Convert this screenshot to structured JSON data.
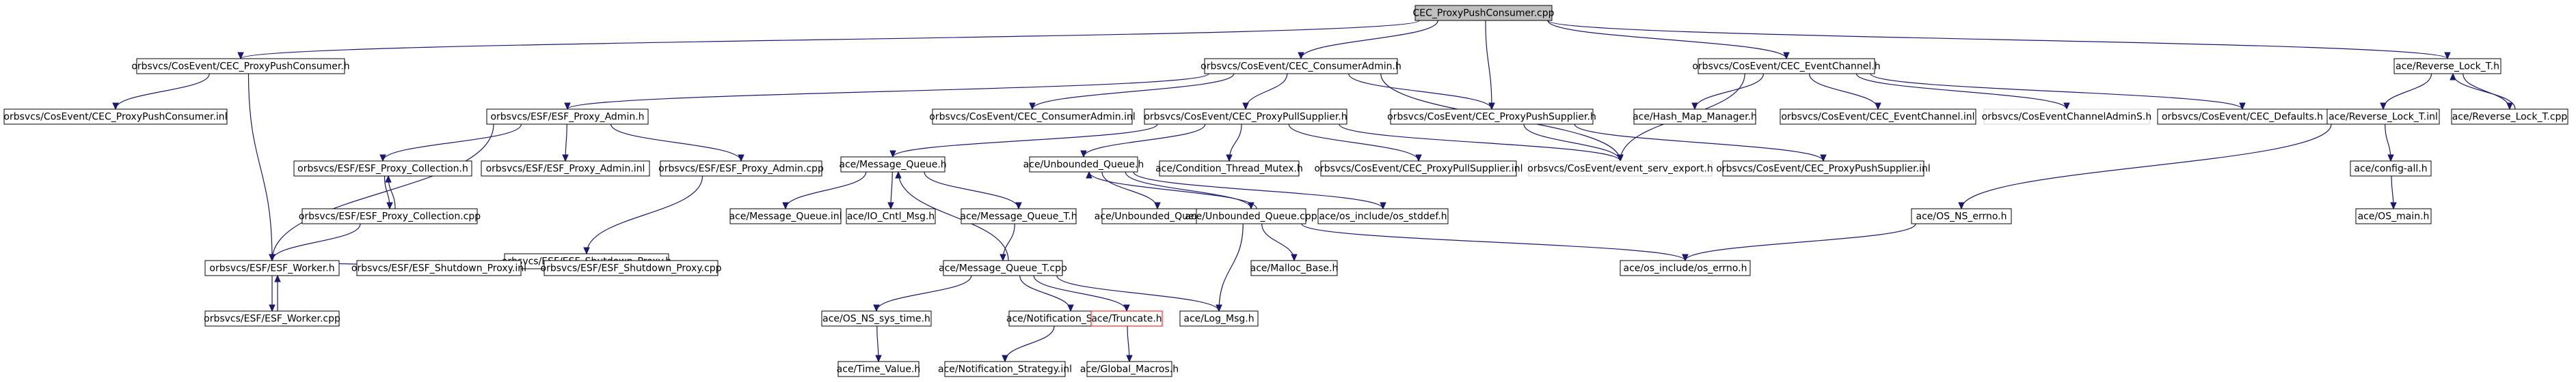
{
  "diagram": {
    "title": "CEC_ProxyPushConsumer.cpp",
    "colors": {
      "edge": "#191970",
      "border": "#000000",
      "root_fill": "#bfbfbf",
      "missing_border": "#ff0000",
      "ghost_border": "#d3d3d3",
      "background": "#ffffff"
    },
    "nodes": [
      {
        "id": "root",
        "label": "CEC_ProxyPushConsumer.cpp",
        "style": "root"
      },
      {
        "id": "ppc_h",
        "label": "orbsvcs/CosEvent/CEC_ProxyPushConsumer.h"
      },
      {
        "id": "ca_h",
        "label": "orbsvcs/CosEvent/CEC_ConsumerAdmin.h"
      },
      {
        "id": "ec_h",
        "label": "orbsvcs/CosEvent/CEC_EventChannel.h"
      },
      {
        "id": "rlt_h",
        "label": "ace/Reverse_Lock_T.h"
      },
      {
        "id": "ppc_inl",
        "label": "orbsvcs/CosEvent/CEC_ProxyPushConsumer.inl"
      },
      {
        "id": "esf_pa_h",
        "label": "orbsvcs/ESF/ESF_Proxy_Admin.h"
      },
      {
        "id": "ca_inl",
        "label": "orbsvcs/CosEvent/CEC_ConsumerAdmin.inl"
      },
      {
        "id": "pps_h",
        "label": "orbsvcs/CosEvent/CEC_ProxyPullSupplier.h"
      },
      {
        "id": "pushs_h",
        "label": "orbsvcs/CosEvent/CEC_ProxyPushSupplier.h"
      },
      {
        "id": "hmm_h",
        "label": "ace/Hash_Map_Manager.h"
      },
      {
        "id": "ec_inl",
        "label": "orbsvcs/CosEvent/CEC_EventChannel.inl"
      },
      {
        "id": "ecadmin",
        "label": "orbsvcs/CosEventChannelAdminS.h",
        "style": "ghost"
      },
      {
        "id": "defaults",
        "label": "orbsvcs/CosEvent/CEC_Defaults.h"
      },
      {
        "id": "rlt_inl",
        "label": "ace/Reverse_Lock_T.inl"
      },
      {
        "id": "rlt_cpp",
        "label": "ace/Reverse_Lock_T.cpp"
      },
      {
        "id": "esf_pc_h",
        "label": "orbsvcs/ESF/ESF_Proxy_Collection.h"
      },
      {
        "id": "esf_pa_inl",
        "label": "orbsvcs/ESF/ESF_Proxy_Admin.inl"
      },
      {
        "id": "esf_pa_cpp",
        "label": "orbsvcs/ESF/ESF_Proxy_Admin.cpp"
      },
      {
        "id": "mq_h",
        "label": "ace/Message_Queue.h"
      },
      {
        "id": "uq_h",
        "label": "ace/Unbounded_Queue.h"
      },
      {
        "id": "ctm_h",
        "label": "ace/Condition_Thread_Mutex.h"
      },
      {
        "id": "pps_inl",
        "label": "orbsvcs/CosEvent/CEC_ProxyPullSupplier.inl"
      },
      {
        "id": "esx_h",
        "label": "orbsvcs/CosEvent/event_serv_export.h",
        "style": "ghost"
      },
      {
        "id": "pushs_inl",
        "label": "orbsvcs/CosEvent/CEC_ProxyPushSupplier.inl"
      },
      {
        "id": "config_h",
        "label": "ace/config-all.h"
      },
      {
        "id": "esf_pc_cpp",
        "label": "orbsvcs/ESF/ESF_Proxy_Collection.cpp"
      },
      {
        "id": "esf_sp_h",
        "label": "orbsvcs/ESF/ESF_Shutdown_Proxy.h"
      },
      {
        "id": "mq_inl",
        "label": "ace/Message_Queue.inl"
      },
      {
        "id": "iocntl",
        "label": "ace/IO_Cntl_Msg.h"
      },
      {
        "id": "mqt_h",
        "label": "ace/Message_Queue_T.h"
      },
      {
        "id": "uq_inl",
        "label": "ace/Unbounded_Queue.inl"
      },
      {
        "id": "uq_cpp",
        "label": "ace/Unbounded_Queue.cpp"
      },
      {
        "id": "stddef",
        "label": "ace/os_include/os_stddef.h"
      },
      {
        "id": "nserrno",
        "label": "ace/OS_NS_errno.h"
      },
      {
        "id": "osmain",
        "label": "ace/OS_main.h"
      },
      {
        "id": "esf_w_h",
        "label": "orbsvcs/ESF/ESF_Worker.h"
      },
      {
        "id": "esf_sp_inl",
        "label": "orbsvcs/ESF/ESF_Shutdown_Proxy.inl"
      },
      {
        "id": "esf_sp_cpp",
        "label": "orbsvcs/ESF/ESF_Shutdown_Proxy.cpp"
      },
      {
        "id": "mqt_cpp",
        "label": "ace/Message_Queue_T.cpp"
      },
      {
        "id": "malloc",
        "label": "ace/Malloc_Base.h"
      },
      {
        "id": "oserrno",
        "label": "ace/os_include/os_errno.h"
      },
      {
        "id": "esf_w_cpp",
        "label": "orbsvcs/ESF/ESF_Worker.cpp"
      },
      {
        "id": "nstime",
        "label": "ace/OS_NS_sys_time.h"
      },
      {
        "id": "ns_h",
        "label": "ace/Notification_Strategy.h"
      },
      {
        "id": "trunc",
        "label": "ace/Truncate.h",
        "style": "missing"
      },
      {
        "id": "logmsg",
        "label": "ace/Log_Msg.h"
      },
      {
        "id": "tv",
        "label": "ace/Time_Value.h"
      },
      {
        "id": "ns_inl",
        "label": "ace/Notification_Strategy.inl"
      },
      {
        "id": "gm",
        "label": "ace/Global_Macros.h"
      }
    ],
    "edges": [
      [
        "root",
        "ppc_h"
      ],
      [
        "root",
        "ca_h"
      ],
      [
        "root",
        "pushs_h"
      ],
      [
        "root",
        "ec_h"
      ],
      [
        "root",
        "rlt_h"
      ],
      [
        "ppc_h",
        "ppc_inl"
      ],
      [
        "ppc_h",
        "esf_w_h"
      ],
      [
        "ca_h",
        "esf_pa_h"
      ],
      [
        "ca_h",
        "ca_inl"
      ],
      [
        "ca_h",
        "pps_h"
      ],
      [
        "ca_h",
        "pushs_h"
      ],
      [
        "ca_h",
        "esx_h"
      ],
      [
        "ec_h",
        "hmm_h"
      ],
      [
        "ec_h",
        "ec_inl"
      ],
      [
        "ec_h",
        "ecadmin"
      ],
      [
        "ec_h",
        "defaults"
      ],
      [
        "ec_h",
        "esx_h"
      ],
      [
        "rlt_h",
        "rlt_inl"
      ],
      [
        "rlt_h",
        "rlt_cpp"
      ],
      [
        "esf_pa_h",
        "esf_w_h"
      ],
      [
        "esf_pa_h",
        "esf_pc_h"
      ],
      [
        "esf_pa_h",
        "esf_pa_inl"
      ],
      [
        "esf_pa_h",
        "esf_pa_cpp"
      ],
      [
        "pps_h",
        "mq_h"
      ],
      [
        "pps_h",
        "uq_h"
      ],
      [
        "pps_h",
        "ctm_h"
      ],
      [
        "pps_h",
        "pps_inl"
      ],
      [
        "pps_h",
        "esx_h"
      ],
      [
        "pushs_h",
        "esx_h"
      ],
      [
        "pushs_h",
        "pushs_inl"
      ],
      [
        "rlt_inl",
        "config_h"
      ],
      [
        "rlt_inl",
        "nserrno"
      ],
      [
        "rlt_cpp",
        "rlt_h"
      ],
      [
        "esf_pc_h",
        "esf_pc_cpp"
      ],
      [
        "esf_pc_cpp",
        "esf_pc_h"
      ],
      [
        "esf_pc_cpp",
        "esf_w_h"
      ],
      [
        "esf_pa_cpp",
        "esf_sp_h"
      ],
      [
        "mq_h",
        "mq_inl"
      ],
      [
        "mq_h",
        "iocntl"
      ],
      [
        "mq_h",
        "mqt_h"
      ],
      [
        "uq_h",
        "uq_inl"
      ],
      [
        "uq_h",
        "uq_cpp"
      ],
      [
        "uq_h",
        "stddef"
      ],
      [
        "config_h",
        "osmain"
      ],
      [
        "nserrno",
        "oserrno"
      ],
      [
        "esf_sp_h",
        "esf_w_h"
      ],
      [
        "esf_sp_h",
        "esf_sp_inl"
      ],
      [
        "esf_sp_h",
        "esf_sp_cpp"
      ],
      [
        "esf_sp_cpp",
        "esf_sp_h"
      ],
      [
        "mqt_h",
        "mqt_cpp"
      ],
      [
        "uq_cpp",
        "uq_h"
      ],
      [
        "uq_cpp",
        "malloc"
      ],
      [
        "uq_cpp",
        "oserrno"
      ],
      [
        "uq_cpp",
        "logmsg"
      ],
      [
        "esf_w_h",
        "esf_w_cpp"
      ],
      [
        "esf_w_cpp",
        "esf_w_h"
      ],
      [
        "mqt_cpp",
        "mq_h"
      ],
      [
        "mqt_cpp",
        "nstime"
      ],
      [
        "mqt_cpp",
        "ns_h"
      ],
      [
        "mqt_cpp",
        "trunc"
      ],
      [
        "mqt_cpp",
        "logmsg"
      ],
      [
        "nstime",
        "tv"
      ],
      [
        "ns_h",
        "ns_inl"
      ],
      [
        "trunc",
        "gm"
      ]
    ]
  }
}
